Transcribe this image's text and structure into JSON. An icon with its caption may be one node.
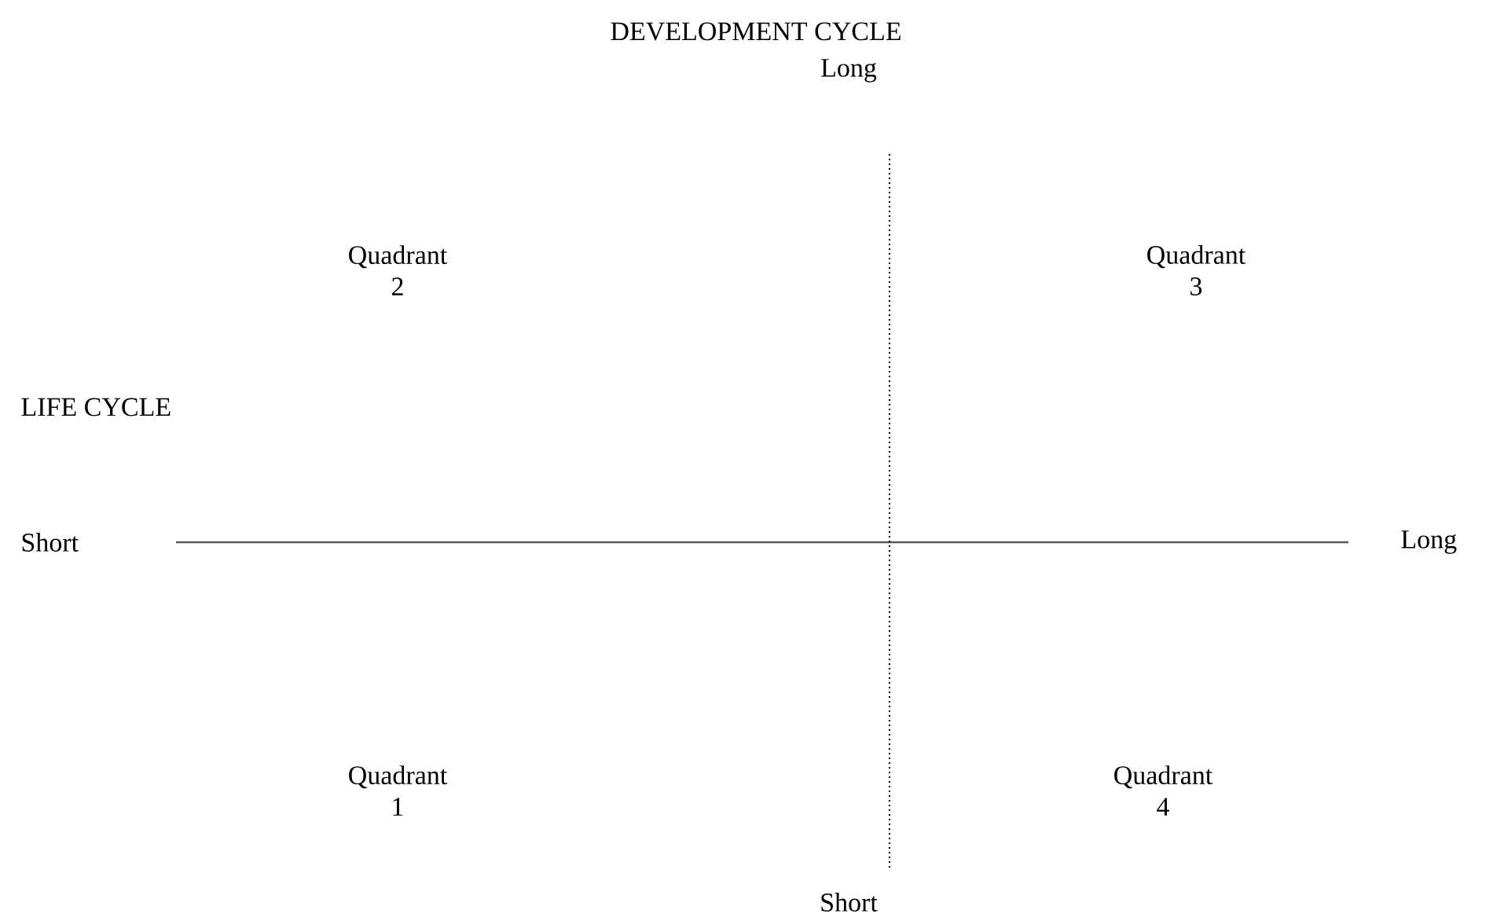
{
  "diagram": {
    "labels": [
      "DEVELOPMENT CYCLE",
      "Long",
      "Quadrant 2",
      "Quadrant 3",
      "LIFE CYCLE",
      "Short",
      "Long",
      "Quadrant 1",
      "Quadrant 4",
      "Short"
    ]
  }
}
